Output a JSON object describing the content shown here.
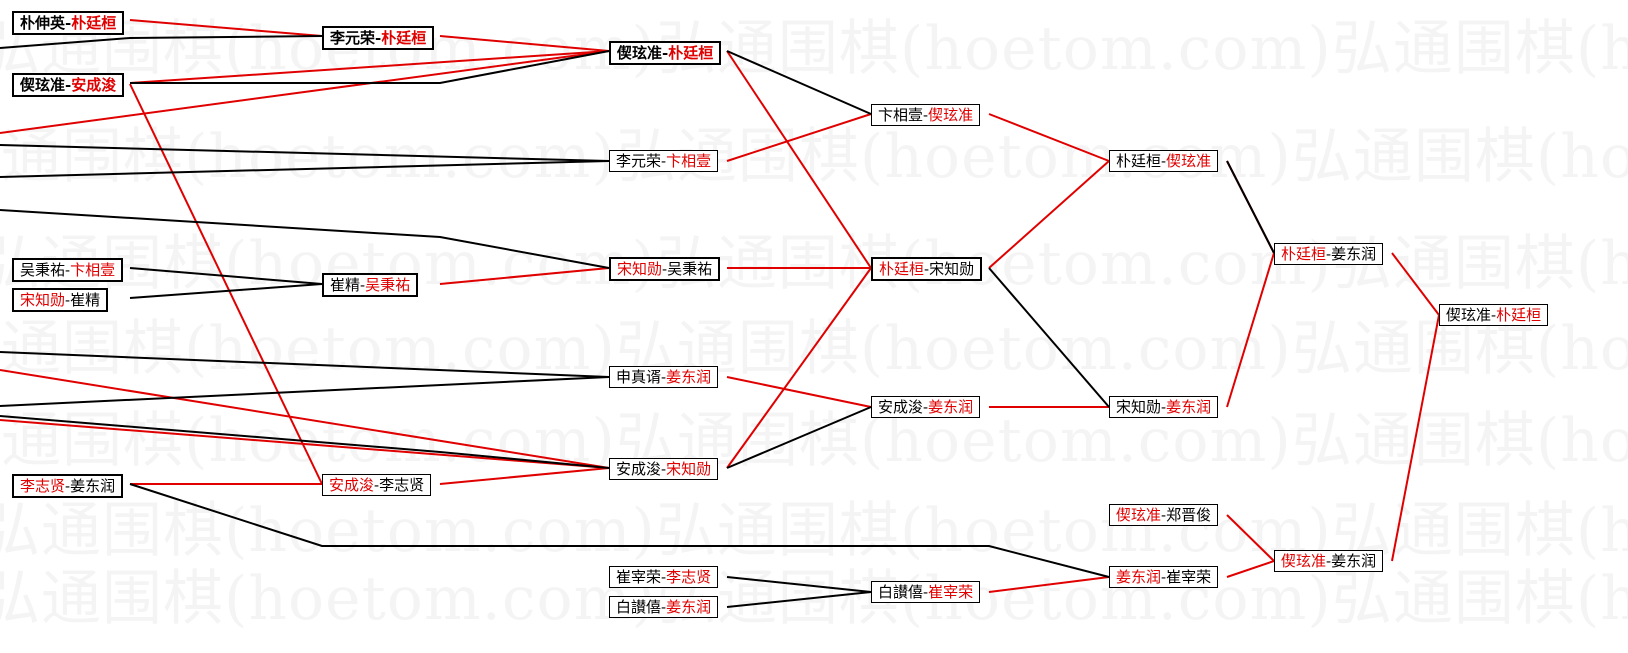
{
  "watermark": "弘通围棋(hoetom.com)",
  "colors": {
    "winner": "#e00000",
    "loser": "#000000",
    "winner_line": "#e00000",
    "loser_line": "#000000"
  },
  "matches": {
    "r1_m1": {
      "a": "朴伸英",
      "b": "朴廷桓",
      "winner": "b"
    },
    "r1_m2": {
      "a": "偰玹准",
      "b": "安成浚",
      "winner": "b"
    },
    "r1_m3": {
      "a": "吴秉祐",
      "b": "卞相壹",
      "winner": "b"
    },
    "r1_m4": {
      "a": "宋知勋",
      "b": "崔精",
      "winner": "a"
    },
    "r1_m5": {
      "a": "李志贤",
      "b": "姜东润",
      "winner": "a"
    },
    "r2_m1": {
      "a": "李元荣",
      "b": "朴廷桓",
      "winner": "b"
    },
    "r2_m2": {
      "a": "崔精",
      "b": "吴秉祐",
      "winner": "b"
    },
    "r2_m3": {
      "a": "安成浚",
      "b": "李志贤",
      "winner": "a"
    },
    "r3_m1": {
      "a": "偰玹准",
      "b": "朴廷桓",
      "winner": "b"
    },
    "r3_m2": {
      "a": "李元荣",
      "b": "卞相壹",
      "winner": "b"
    },
    "r3_m3": {
      "a": "宋知勋",
      "b": "吴秉祐",
      "winner": "a"
    },
    "r3_m4": {
      "a": "申真谞",
      "b": "姜东润",
      "winner": "b"
    },
    "r3_m5": {
      "a": "安成浚",
      "b": "宋知勋",
      "winner": "b"
    },
    "r3_m6": {
      "a": "崔宰荣",
      "b": "李志贤",
      "winner": "b"
    },
    "r3_m7": {
      "a": "白讃僖",
      "b": "姜东润",
      "winner": "b"
    },
    "r4_m1": {
      "a": "卞相壹",
      "b": "偰玹准",
      "winner": "b"
    },
    "r4_m2": {
      "a": "朴廷桓",
      "b": "宋知勋",
      "winner": "a"
    },
    "r4_m3": {
      "a": "安成浚",
      "b": "姜东润",
      "winner": "b"
    },
    "r4_m4": {
      "a": "白讃僖",
      "b": "崔宰荣",
      "winner": "b"
    },
    "r5_m1": {
      "a": "朴廷桓",
      "b": "偰玹准",
      "winner": "b"
    },
    "r5_m2": {
      "a": "宋知勋",
      "b": "姜东润",
      "winner": "b"
    },
    "r5_m3": {
      "a": "偰玹准",
      "b": "郑晋俊",
      "winner": "a"
    },
    "r5_m4": {
      "a": "姜东润",
      "b": "崔宰荣",
      "winner": "a"
    },
    "r6_m1": {
      "a": "朴廷桓",
      "b": "姜东润",
      "winner": "a"
    },
    "r6_m2": {
      "a": "偰玹准",
      "b": "姜东润",
      "winner": "a"
    },
    "final": {
      "a": "偰玹准",
      "b": "朴廷桓",
      "winner": "b"
    }
  }
}
